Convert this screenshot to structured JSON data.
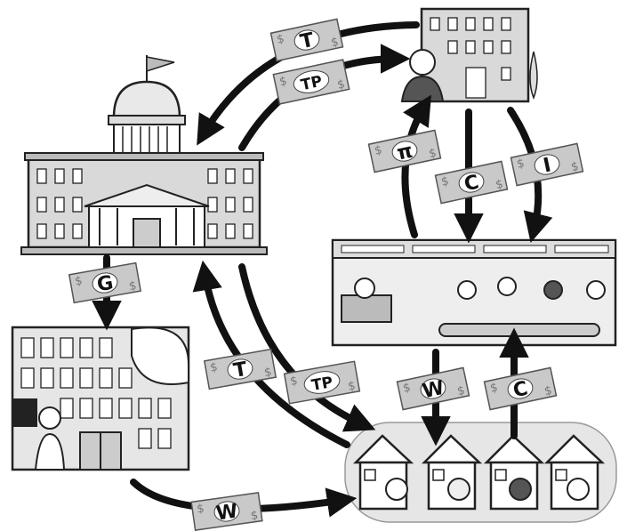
{
  "bills": {
    "top_taxes": "T",
    "top_transfers": "TP",
    "profits": "π",
    "consumption_top": "C",
    "investment": "I",
    "gov_spending": "G",
    "taxes": "T",
    "transfers": "TP",
    "wages_right": "W",
    "consumption_right": "C",
    "wages_bottom": "W",
    "dollar_sign": "$"
  },
  "colors": {
    "arrow": "#111111",
    "bill_fill": "#c9c9c9",
    "bill_stroke": "#555555",
    "building": "#d9d9d9",
    "households_bg": "#e6e6e6"
  }
}
